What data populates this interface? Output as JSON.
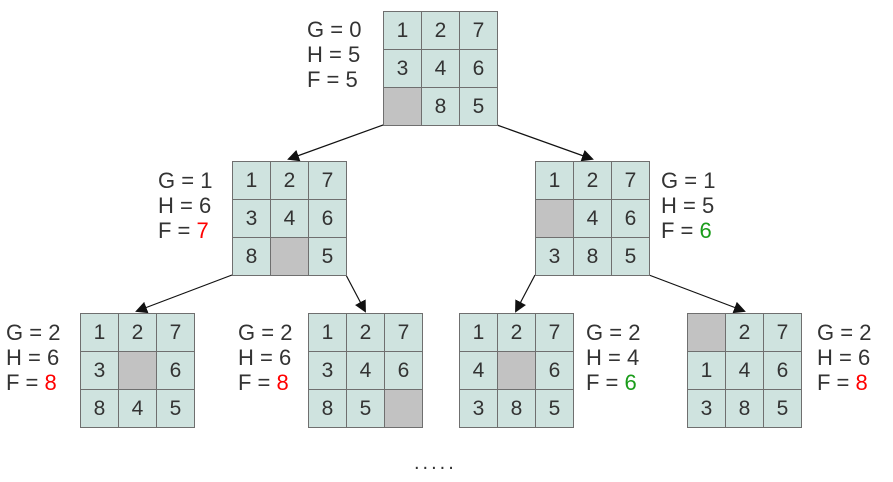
{
  "colors": {
    "cell_fill": "#cfe3df",
    "blank_fill": "#c2c2c2",
    "border": "#6f6f6f",
    "text": "#333333",
    "f_bad": "#ff0000",
    "f_good": "#1a9c1a"
  },
  "labels": {
    "g_prefix": "G = ",
    "h_prefix": "H = ",
    "f_prefix": "F = ",
    "ellipsis": "....."
  },
  "nodes": [
    {
      "id": "root",
      "grid": [
        "1",
        "2",
        "7",
        "3",
        "4",
        "6",
        "",
        "8",
        "5"
      ],
      "g": "0",
      "h": "5",
      "f": "5",
      "f_status": "neutral"
    },
    {
      "id": "l1-left",
      "grid": [
        "1",
        "2",
        "7",
        "3",
        "4",
        "6",
        "8",
        "",
        "5"
      ],
      "g": "1",
      "h": "6",
      "f": "7",
      "f_status": "bad"
    },
    {
      "id": "l1-right",
      "grid": [
        "1",
        "2",
        "7",
        "",
        "4",
        "6",
        "3",
        "8",
        "5"
      ],
      "g": "1",
      "h": "5",
      "f": "6",
      "f_status": "good"
    },
    {
      "id": "l2-a",
      "grid": [
        "1",
        "2",
        "7",
        "3",
        "",
        "6",
        "8",
        "4",
        "5"
      ],
      "g": "2",
      "h": "6",
      "f": "8",
      "f_status": "bad"
    },
    {
      "id": "l2-b",
      "grid": [
        "1",
        "2",
        "7",
        "3",
        "4",
        "6",
        "8",
        "5",
        ""
      ],
      "g": "2",
      "h": "6",
      "f": "8",
      "f_status": "bad"
    },
    {
      "id": "l2-c",
      "grid": [
        "1",
        "2",
        "7",
        "4",
        "",
        "6",
        "3",
        "8",
        "5"
      ],
      "g": "2",
      "h": "4",
      "f": "6",
      "f_status": "good"
    },
    {
      "id": "l2-d",
      "grid": [
        "",
        "2",
        "7",
        "1",
        "4",
        "6",
        "3",
        "8",
        "5"
      ],
      "g": "2",
      "h": "6",
      "f": "8",
      "f_status": "bad"
    }
  ],
  "edges": [
    {
      "from": "root",
      "to": "l1-left"
    },
    {
      "from": "root",
      "to": "l1-right"
    },
    {
      "from": "l1-left",
      "to": "l2-a"
    },
    {
      "from": "l1-left",
      "to": "l2-b"
    },
    {
      "from": "l1-right",
      "to": "l2-c"
    },
    {
      "from": "l1-right",
      "to": "l2-d"
    }
  ]
}
